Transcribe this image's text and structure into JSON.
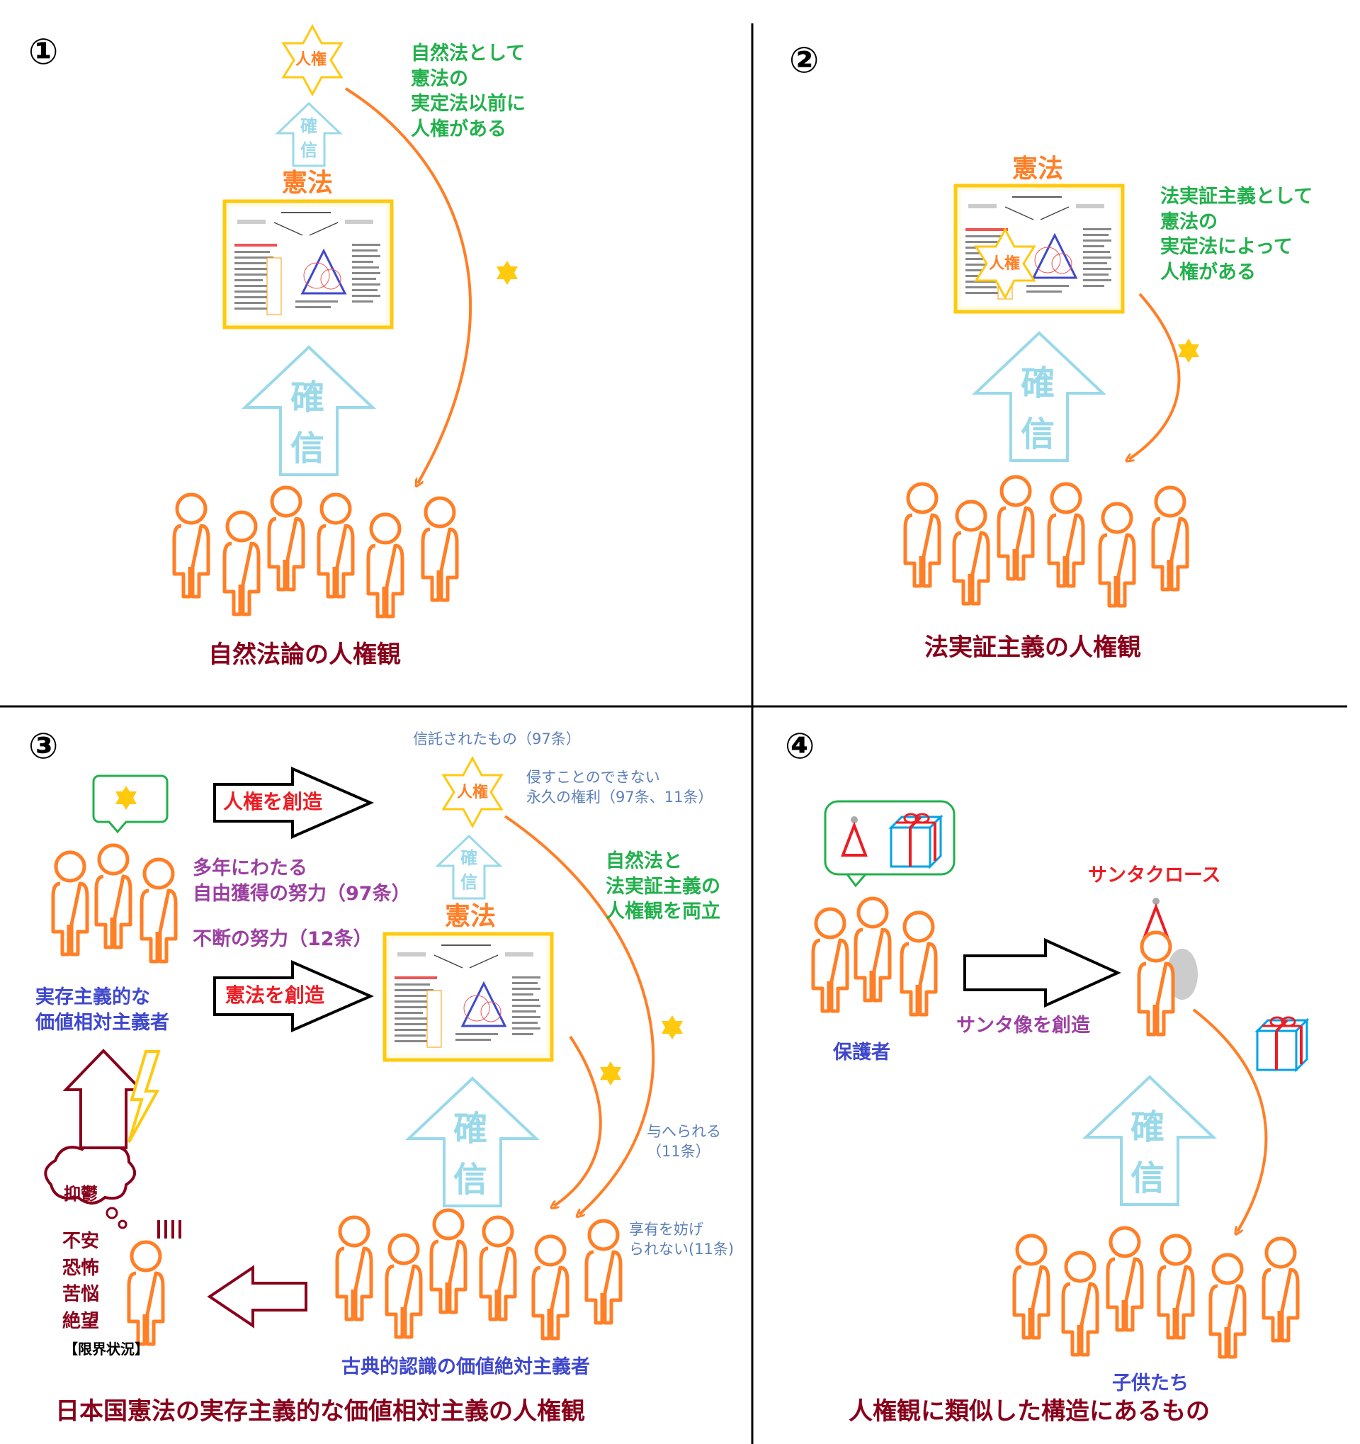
{
  "colors": {
    "orange": "#ff7f27",
    "gold": "#ffc90e",
    "lightblue": "#99d9ea",
    "green": "#22b04c",
    "maroon": "#88001b",
    "red": "#ed1c24",
    "steel": "#5b7fb8",
    "blue": "#3f48cc",
    "purple": "#9b3fa0"
  },
  "panel1": {
    "number": "①",
    "star_label": "人権",
    "small_arrow_text": [
      "確",
      "信"
    ],
    "constitution_label": "憲法",
    "big_arrow_text": [
      "確",
      "信"
    ],
    "note": "自然法として\n憲法の\n実定法以前に\n人権がある",
    "title": "自然法論の人権観"
  },
  "panel2": {
    "number": "②",
    "constitution_label": "憲法",
    "star_label": "人権",
    "big_arrow_text": [
      "確",
      "信"
    ],
    "note": "法実証主義として\n憲法の\n実定法によって\n人権がある",
    "title": "法実証主義の人権観"
  },
  "panel3": {
    "number": "③",
    "arrow1_label": "人権を創造",
    "arrow2_label": "憲法を創造",
    "effort1": "多年にわたる\n自由獲得の努力（97条）",
    "effort2": "不断の努力（12条）",
    "relativist": "実存主義的な\n価値相対主義者",
    "trust": "信託されたもの（97条）",
    "star_label": "人権",
    "inviolable": "侵すことのできない\n永久の権利（97条、11条）",
    "small_arrow_text": [
      "確",
      "信"
    ],
    "constitution_label": "憲法",
    "both": "自然法と\n法実証主義の\n人権観を両立",
    "given": "与へられる\n（11条）",
    "enjoy": "享有を妨げ\nられない(11条)",
    "big_arrow_text": [
      "確",
      "信"
    ],
    "absolutist": "古典的認識の価値絶対主義者",
    "depression": "抑鬱",
    "anxieties": "不安\n恐怖\n苦悩\n絶望",
    "limit_situation": "【限界状況】",
    "title": "日本国憲法の実存主義的な価値相対主義の人権観"
  },
  "panel4": {
    "number": "④",
    "guardians": "保護者",
    "create_santa": "サンタ像を創造",
    "santa": "サンタクロース",
    "big_arrow_text": [
      "確",
      "信"
    ],
    "children": "子供たち",
    "title": "人権観に類似した構造にあるもの"
  }
}
